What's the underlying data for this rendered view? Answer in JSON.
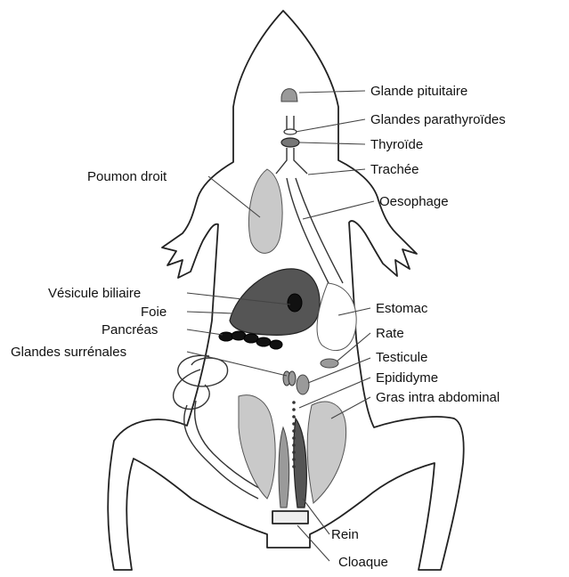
{
  "diagram": {
    "labels": {
      "glande_pituitaire": "Glande pituitaire",
      "glandes_parathyroides": "Glandes parathyroïdes",
      "thyroide": "Thyroïde",
      "trachee": "Trachée",
      "oesophage": "Oesophage",
      "poumon_droit": "Poumon droit",
      "vesicule_biliaire": "Vésicule biliaire",
      "foie": "Foie",
      "pancreas": "Pancréas",
      "glandes_surrenales": "Glandes surrénales",
      "estomac": "Estomac",
      "rate": "Rate",
      "testicule": "Testicule",
      "epididyme": "Epididyme",
      "gras_intra_abdominal": "Gras intra abdominal",
      "rein": "Rein",
      "cloaque": "Cloaque"
    }
  }
}
